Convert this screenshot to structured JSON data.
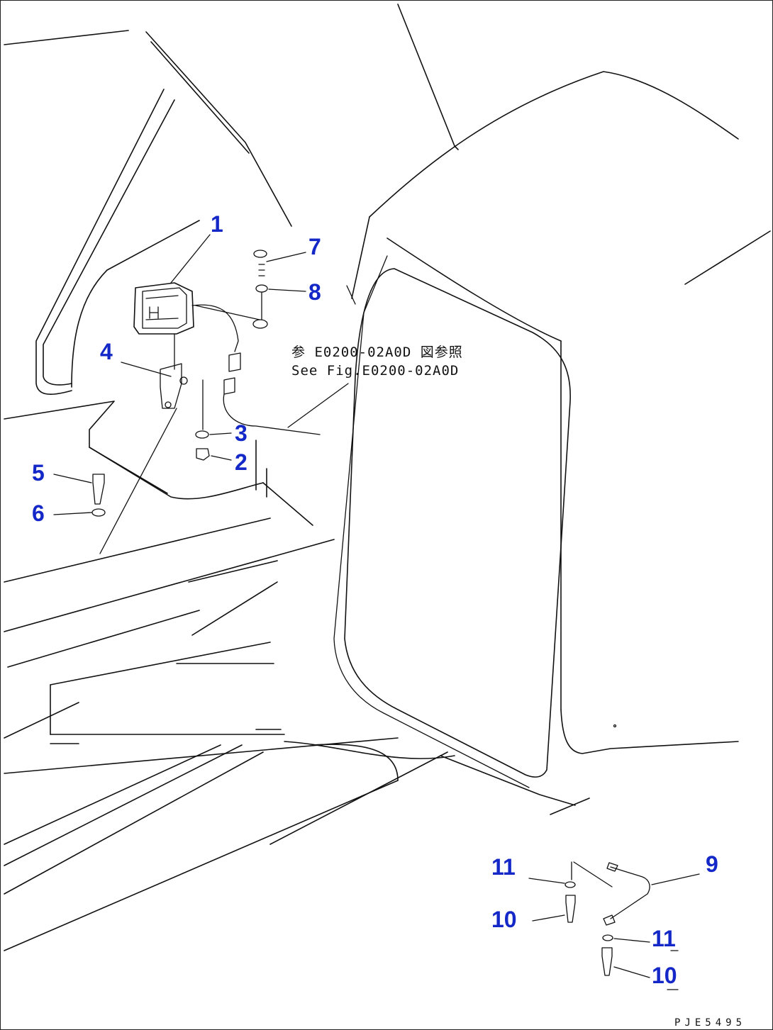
{
  "callouts": {
    "c1": "1",
    "c2": "2",
    "c3": "3",
    "c4": "4",
    "c5": "5",
    "c6": "6",
    "c7": "7",
    "c8": "8",
    "c9": "9",
    "c10a": "10",
    "c10b": "10",
    "c11a": "11",
    "c11b": "11"
  },
  "reference": {
    "jp": "参 E0200-02A0D 図参照",
    "en": "See Fig.E0200-02A0D"
  },
  "figure_code": "PJE5495",
  "colors": {
    "callout": "#1428c8",
    "line": "#111111"
  }
}
